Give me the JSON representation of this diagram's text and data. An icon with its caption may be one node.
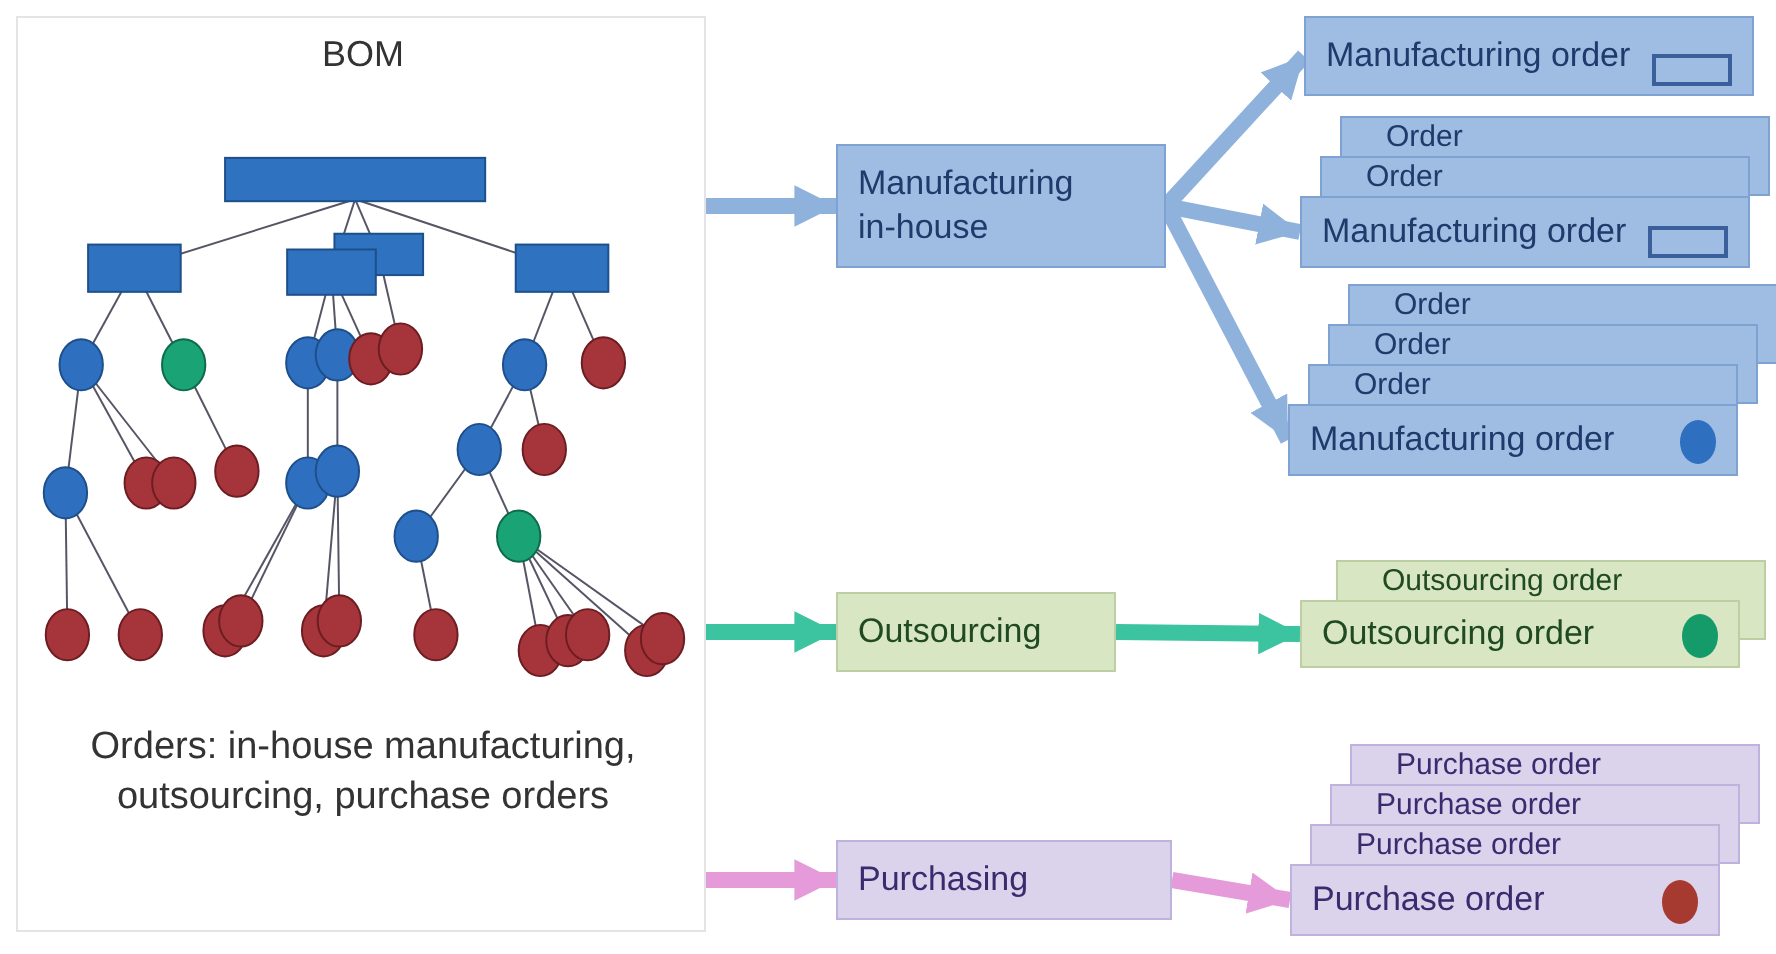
{
  "diagram": {
    "nodes": [
      {
        "text": [
          "BOM",
          "Orders: in-house manufacturing, outsourcing, purchase orders"
        ]
      },
      {
        "text": [],
        "shape": "picture",
        "in": 0
      },
      {
        "text": [
          "Manufacturing in-house"
        ]
      },
      {
        "text": [
          "Manufacturing order"
        ]
      },
      {
        "text": [
          "Manufacturing order"
        ],
        "beside": [
          "Order",
          "Order"
        ]
      },
      {
        "text": [
          "Manufacturing order"
        ],
        "beside": [
          "Order",
          "Order",
          "Order"
        ]
      },
      {
        "text": [
          "Outsourcing"
        ]
      },
      {
        "text": [
          "Outsourcing order"
        ],
        "beside": [
          "Outsourcing order"
        ]
      },
      {
        "text": [
          "Purchasing"
        ]
      },
      {
        "text": [
          "Purchase order"
        ],
        "beside": [
          "Purchase order",
          "Purchase order",
          "Purchase order"
        ]
      }
    ],
    "edges": [
      {
        "from": 0,
        "to": 2,
        "arrow": "to"
      },
      {
        "from": 2,
        "to": 3,
        "arrow": "to"
      },
      {
        "from": 2,
        "to": 4,
        "arrow": "to"
      },
      {
        "from": 2,
        "to": 5,
        "arrow": "to"
      },
      {
        "from": 0,
        "to": 6,
        "arrow": "to",
        "color": "#3cc3a0"
      },
      {
        "from": 6,
        "to": 7,
        "arrow": "to",
        "color": "#3cc3a0"
      },
      {
        "from": 0,
        "to": 8,
        "arrow": "to",
        "color": "#e59ad9"
      },
      {
        "from": 8,
        "to": 9,
        "arrow": "to",
        "color": "#e59ad9"
      }
    ]
  }
}
